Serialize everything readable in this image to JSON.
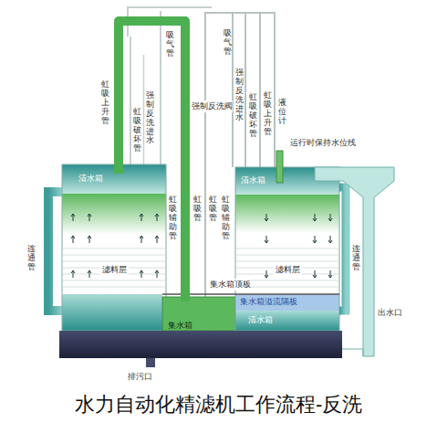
{
  "diagram": {
    "title": "水力自动化精滤机工作流程-反洗",
    "nodes": [
      {
        "text": [
          "清水箱"
        ]
      },
      {
        "text": [
          "滤料层"
        ]
      },
      {
        "text": [
          "集水箱"
        ]
      },
      {
        "text": [
          "清水箱"
        ]
      },
      {
        "text": [
          "滤料层"
        ]
      },
      {
        "text": [
          "集水箱溢流隔板"
        ]
      },
      {
        "text": [
          "清水箱"
        ]
      }
    ],
    "labels": [
      "虹吸上升管",
      "虹吸破坏管",
      "强制反洗进水",
      "吸气管",
      "强制反洗阀",
      "虹吸辅助管",
      "虹吸管",
      "吸气管",
      "强制反洗进水",
      "虹吸破坏管",
      "虹吸上升管",
      "液位计",
      "运行时保持水位线",
      "虹吸管",
      "虹吸辅助管",
      "集水箱顶板",
      "连通管",
      "连通管",
      "出水口",
      "排污口"
    ]
  }
}
